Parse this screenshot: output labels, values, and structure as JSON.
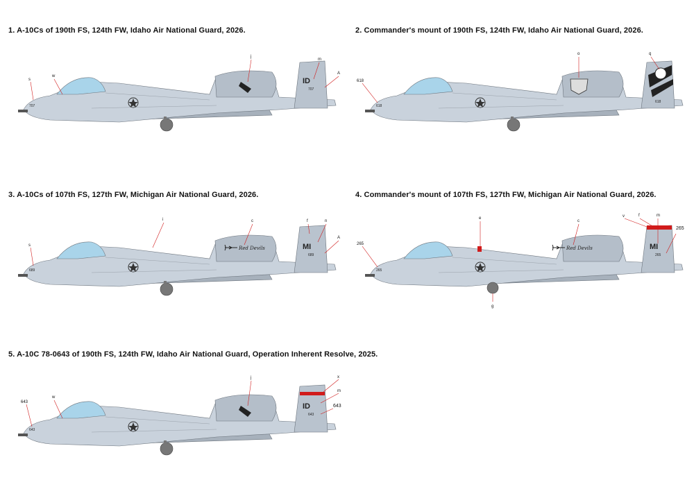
{
  "profiles": [
    {
      "caption": "1. A-10Cs of 190th FS, 124th FW, Idaho Air National Guard, 2026.",
      "nose_number": "707",
      "tail_code": "ID",
      "tail_serial": "707",
      "callouts": [
        "s",
        "w",
        "j",
        "m",
        "A"
      ]
    },
    {
      "caption": "2. Commander's mount of 190th FS, 124th FW, Idaho Air National Guard,  2026.",
      "nose_number": "618",
      "nose_label": "618",
      "tail_serial": "618",
      "callouts": [
        "o",
        "q"
      ]
    },
    {
      "caption": "3. A-10Cs of 107th FS, 127th FW, Michigan Air National Guard, 2026.",
      "nose_number": "689",
      "tail_code": "MI",
      "tail_serial": "689",
      "nose_art": "Red Devils",
      "callouts": [
        "s",
        "i",
        "c",
        "f",
        "n",
        "A"
      ]
    },
    {
      "caption": "4. Commander's mount of 107th FS, 127th FW, Michigan Air National Guard,  2026.",
      "nose_number": "265",
      "nose_label": "265",
      "tail_code": "MI",
      "tail_serial": "265",
      "tail_side_label": "265",
      "nose_art": "Red Devils",
      "callouts": [
        "e",
        "c",
        "v",
        "f",
        "m",
        "g"
      ]
    },
    {
      "caption": "5. A-10C 78-0643 of 190th FS, 124th FW, Idaho Air National Guard, Operation Inherent Resolve, 2025.",
      "nose_number": "643",
      "nose_label": "643",
      "tail_code": "ID",
      "tail_serial": "643",
      "tail_side_label": "643",
      "callouts": [
        "w",
        "j",
        "x",
        "m"
      ]
    }
  ],
  "colors": {
    "light_grey": "#c9d2dc",
    "dark_grey": "#a7b1bc",
    "canopy": "#a9d4ea",
    "line": "#6b737c",
    "red_band": "#d11b1b"
  }
}
